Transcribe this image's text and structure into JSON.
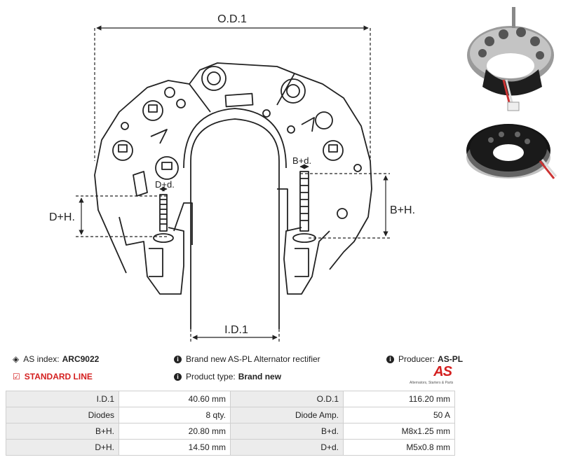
{
  "drawing": {
    "labels": {
      "od": "O.D.1",
      "id": "I.D.1",
      "dh": "D+H.",
      "bh": "B+H.",
      "dd": "D+d.",
      "bd": "B+d."
    }
  },
  "info": {
    "as_index_label": "AS index:",
    "as_index_value": "ARC9022",
    "standard_line": "STANDARD LINE",
    "brand_new": "Brand new AS-PL Alternator rectifier",
    "product_type_label": "Product type:",
    "product_type_value": "Brand new",
    "producer_label": "Producer:",
    "producer_value": "AS-PL"
  },
  "logo": {
    "mark": "AS",
    "tagline": "Alternators, Starters & Parts"
  },
  "specs": {
    "rows": [
      [
        {
          "k": "I.D.1",
          "v": "40.60 mm"
        },
        {
          "k": "O.D.1",
          "v": "116.20 mm"
        }
      ],
      [
        {
          "k": "Diodes",
          "v": "8 qty."
        },
        {
          "k": "Diode Amp.",
          "v": "50 A"
        }
      ],
      [
        {
          "k": "B+H.",
          "v": "20.80 mm"
        },
        {
          "k": "B+d.",
          "v": "M8x1.25 mm"
        }
      ],
      [
        {
          "k": "D+H.",
          "v": "14.50 mm"
        },
        {
          "k": "D+d.",
          "v": "M5x0.8 mm"
        }
      ]
    ]
  },
  "colors": {
    "accent": "#d42020",
    "table_key_bg": "#ececec",
    "border": "#cfcfcf"
  }
}
